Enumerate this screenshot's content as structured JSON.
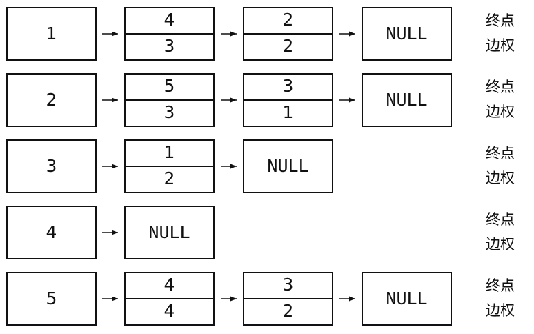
{
  "rows": [
    {
      "vertex": "1",
      "edges": [
        {
          "to": "4",
          "weight": "3"
        },
        {
          "to": "2",
          "weight": "2"
        }
      ],
      "terminal": "NULL",
      "legend": {
        "to_label": "终点",
        "weight_label": "边权"
      }
    },
    {
      "vertex": "2",
      "edges": [
        {
          "to": "5",
          "weight": "3"
        },
        {
          "to": "3",
          "weight": "1"
        }
      ],
      "terminal": "NULL",
      "legend": {
        "to_label": "终点",
        "weight_label": "边权"
      }
    },
    {
      "vertex": "3",
      "edges": [
        {
          "to": "1",
          "weight": "2"
        }
      ],
      "terminal": "NULL",
      "legend": {
        "to_label": "终点",
        "weight_label": "边权"
      }
    },
    {
      "vertex": "4",
      "edges": [],
      "terminal": "NULL",
      "legend": {
        "to_label": "终点",
        "weight_label": "边权"
      }
    },
    {
      "vertex": "5",
      "edges": [
        {
          "to": "4",
          "weight": "4"
        },
        {
          "to": "3",
          "weight": "2"
        }
      ],
      "terminal": "NULL",
      "legend": {
        "to_label": "终点",
        "weight_label": "边权"
      }
    }
  ],
  "colors": {
    "stroke": "#111111",
    "background": "#ffffff"
  }
}
